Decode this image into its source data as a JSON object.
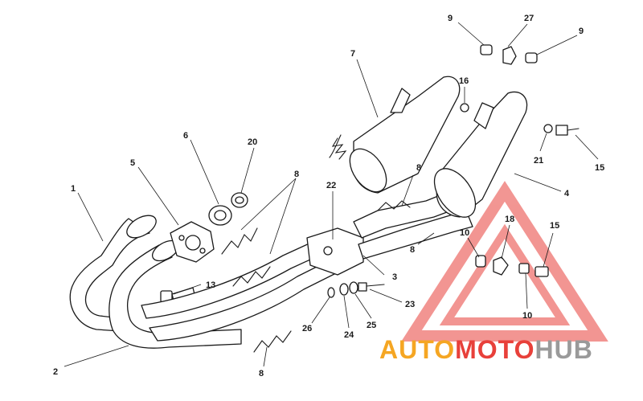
{
  "callouts": {
    "c1": "1",
    "c2": "2",
    "c3": "3",
    "c4": "4",
    "c5": "5",
    "c6": "6",
    "c7": "7",
    "c8a": "8",
    "c8b": "8",
    "c8c": "8",
    "c8d": "8",
    "c9a": "9",
    "c9b": "9",
    "c10a": "10",
    "c10b": "10",
    "c13": "13",
    "c15a": "15",
    "c15b": "15",
    "c16": "16",
    "c18": "18",
    "c20": "20",
    "c21": "21",
    "c22": "22",
    "c23": "23",
    "c24": "24",
    "c25": "25",
    "c26": "26",
    "c27": "27"
  },
  "watermark": {
    "word1": "AUTO",
    "word2": "MOTO",
    "word3": "HUB",
    "color_orange": "#f5a623",
    "color_red": "#e8403a",
    "color_gray": "#9a9a9a"
  }
}
